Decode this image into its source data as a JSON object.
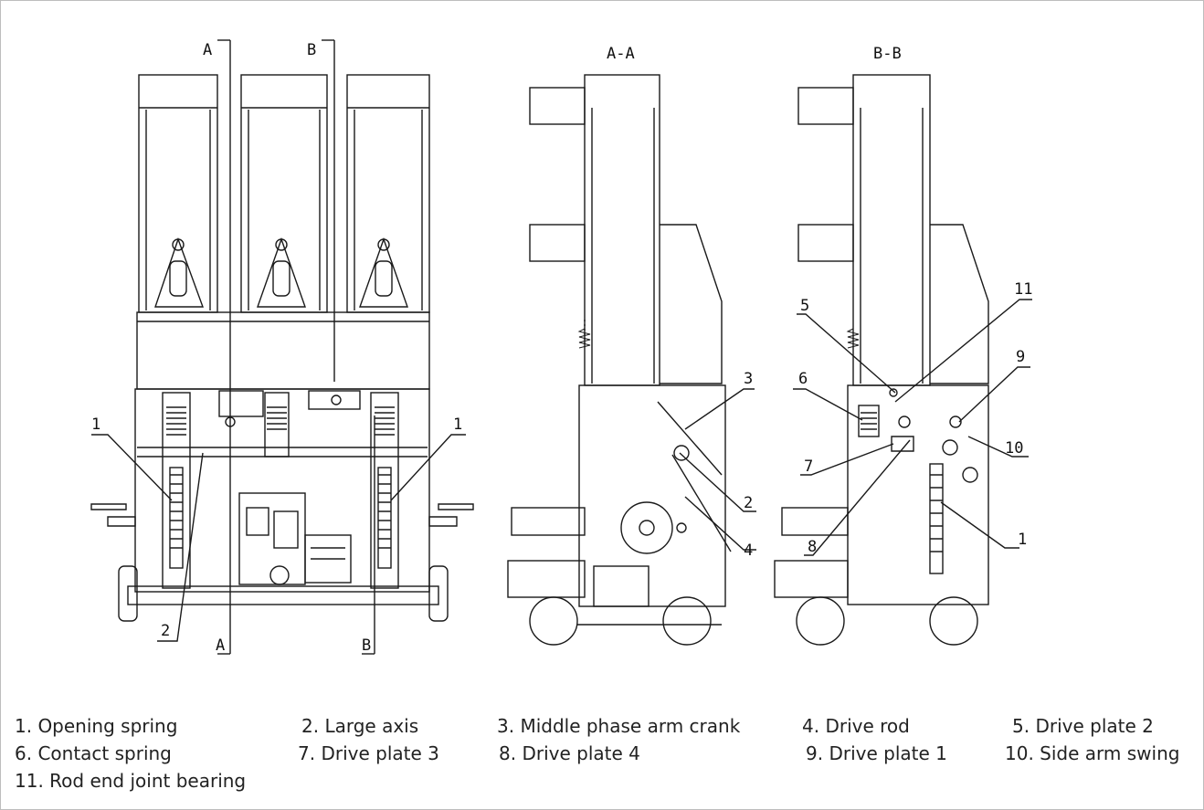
{
  "sections": {
    "front_cut_top_a": "A",
    "front_cut_top_b": "B",
    "front_cut_bottom_a": "A",
    "front_cut_bottom_b": "B",
    "view_aa": "A-A",
    "view_bb": "B-B"
  },
  "callouts": {
    "front": [
      "1",
      "1",
      "2"
    ],
    "view_aa": [
      "3",
      "2",
      "4"
    ],
    "view_bb": [
      "11",
      "5",
      "9",
      "6",
      "10",
      "7",
      "8",
      "1"
    ]
  },
  "legend": [
    [
      "1. Opening spring",
      "2. Large axis",
      "3. Middle phase arm crank",
      "4. Drive rod",
      "5. Drive plate 2"
    ],
    [
      "6. Contact spring",
      "7. Drive plate 3",
      "8. Drive plate 4",
      "9. Drive plate 1",
      "10. Side arm swing"
    ],
    [
      "11. Rod end joint bearing"
    ]
  ],
  "colors": {
    "line": "#1a1a1a",
    "frame": "#bdbdbd"
  }
}
